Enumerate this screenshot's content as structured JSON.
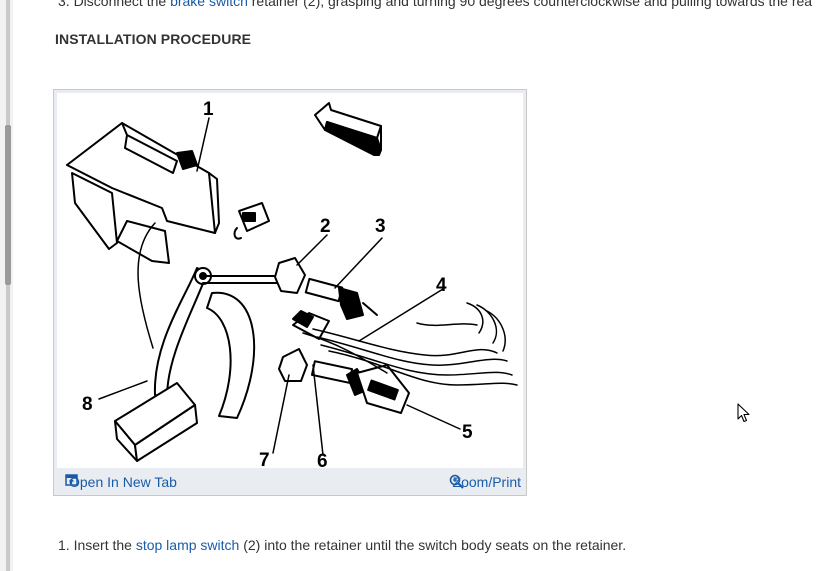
{
  "top_line": {
    "prefix": "3. Disconnect the ",
    "link": "brake switch",
    "suffix": " retainer (2), grasping and turning 90 degrees counterclockwise and pulling towards the rea"
  },
  "section_title": "INSTALLATION PROCEDURE",
  "figure": {
    "callouts": [
      "1",
      "2",
      "3",
      "4",
      "5",
      "6",
      "7",
      "8"
    ],
    "open_new_tab_label": "Open In New Tab",
    "zoom_print_label": "Zoom/Print"
  },
  "step": {
    "prefix": "1. Insert the ",
    "link": "stop lamp switch",
    "suffix": " (2) into the retainer until the switch body seats on the retainer."
  },
  "colors": {
    "link": "#1a5ba8",
    "text": "#333333",
    "frame": "#c8c8c8"
  },
  "icons": [
    "open-new-tab-icon",
    "zoom-icon",
    "mouse-cursor-icon"
  ]
}
